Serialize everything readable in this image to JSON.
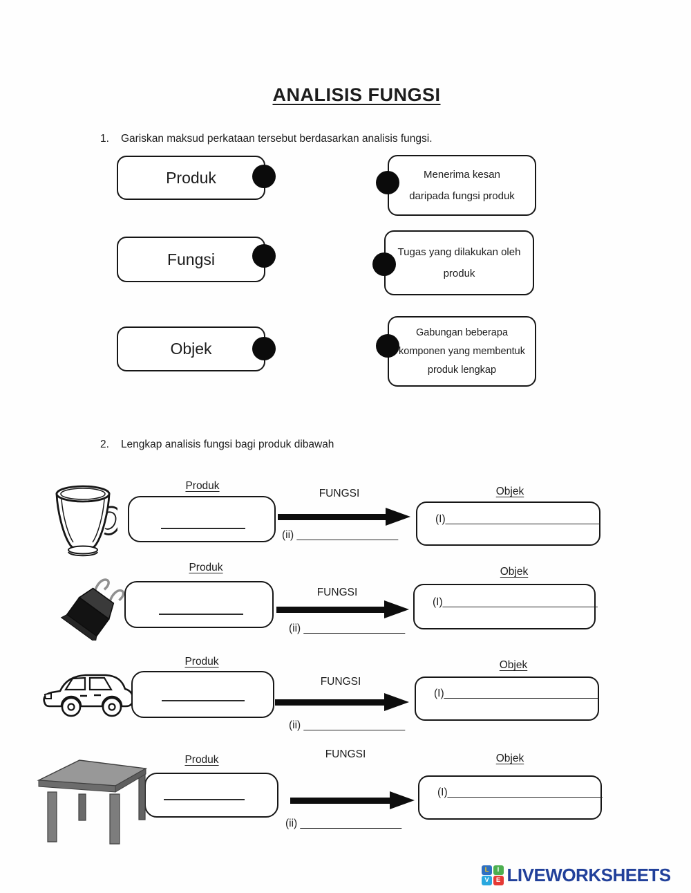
{
  "title": "ANALISIS FUNGSI",
  "q1": {
    "number": "1.",
    "instruction": "Gariskan maksud perkataan tersebut berdasarkan analisis fungsi.",
    "terms": [
      {
        "label": "Produk"
      },
      {
        "label": "Fungsi"
      },
      {
        "label": "Objek"
      }
    ],
    "definitions": [
      {
        "lines": [
          "Menerima kesan",
          "daripada fungsi produk"
        ]
      },
      {
        "lines": [
          "Tugas yang dilakukan oleh",
          "produk"
        ]
      },
      {
        "lines": [
          "Gabungan beberapa",
          "komponen yang membentuk",
          "produk lengkap"
        ]
      }
    ]
  },
  "q2": {
    "number": "2.",
    "instruction": "Lengkap analisis fungsi bagi produk dibawah",
    "labels": {
      "produk": "Produk",
      "fungsi": "FUNGSI",
      "objek": "Objek",
      "blank_ii": "(ii) _________________",
      "blank_i": "(I)__________________________"
    },
    "rows": [
      {
        "icon": "glass-mug-icon"
      },
      {
        "icon": "binder-clip-icon"
      },
      {
        "icon": "car-icon"
      },
      {
        "icon": "table-icon"
      }
    ]
  },
  "footer": {
    "brand": "LIVEWORKSHEETS",
    "brand_color": "#21409a",
    "tiles": [
      {
        "letter": "L",
        "bg": "#2f6fc1",
        "fg": "#f6c915"
      },
      {
        "letter": "I",
        "bg": "#4caf50",
        "fg": "#ffffff"
      },
      {
        "letter": "V",
        "bg": "#29a8df",
        "fg": "#ffffff"
      },
      {
        "letter": "E",
        "bg": "#e53935",
        "fg": "#ffffff"
      }
    ]
  }
}
